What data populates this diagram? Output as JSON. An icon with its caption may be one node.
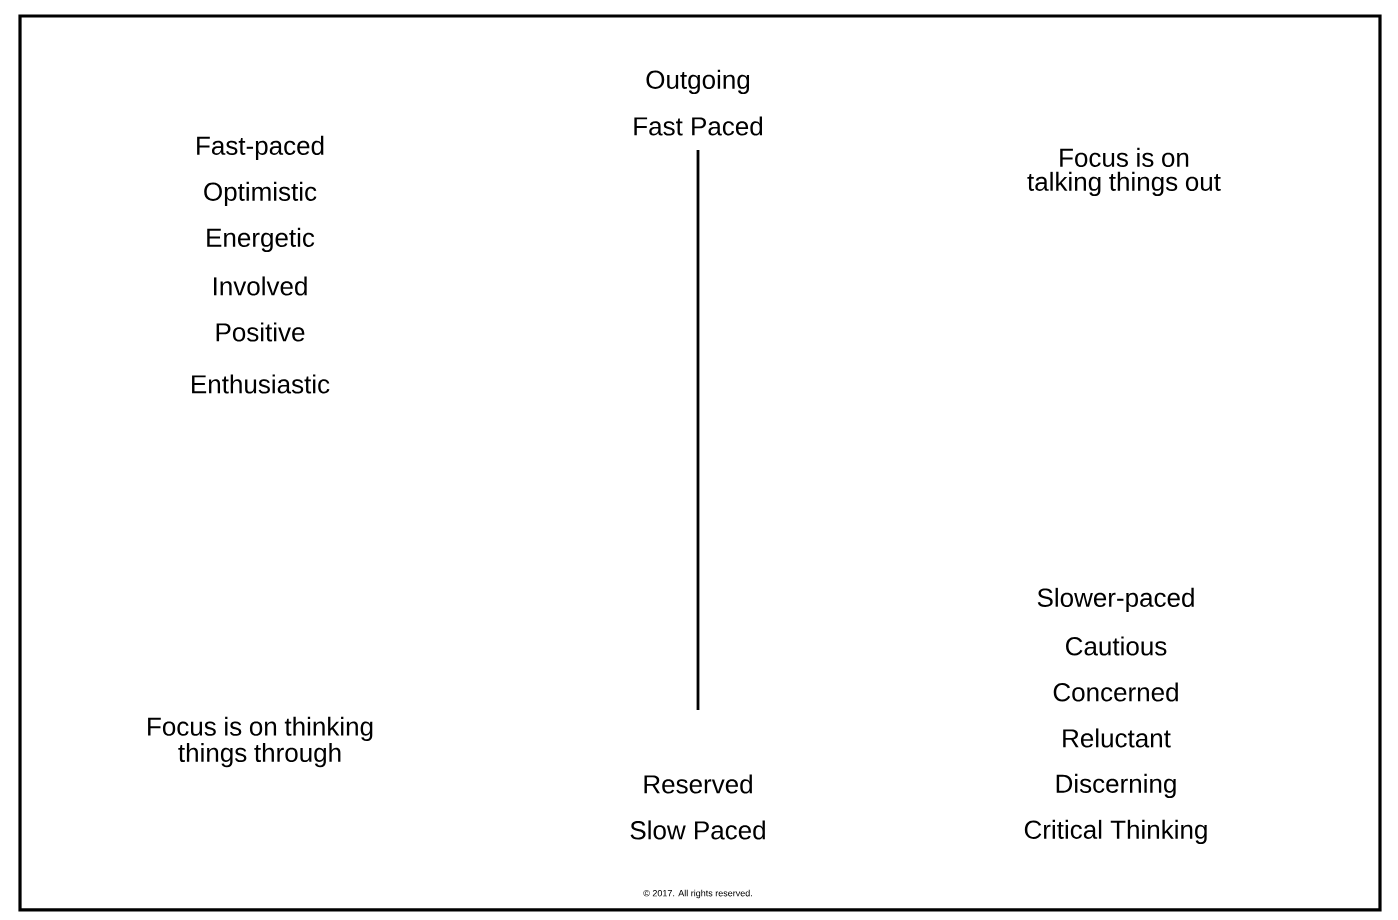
{
  "diagram": {
    "labels": [
      "Fast-paced",
      "Optimistic",
      "Energetic",
      "Involved",
      "Positive",
      "Enthusiastic",
      "Outgoing",
      "Fast Paced",
      "Focus is on talking things out",
      "Focus is on thinking things through",
      "Reserved",
      "Slow Paced",
      "Slower-paced",
      "Cautious",
      "Concerned",
      "Reluctant",
      "Discerning",
      "Critical Thinking",
      "© 2017. All rights reserved."
    ]
  }
}
